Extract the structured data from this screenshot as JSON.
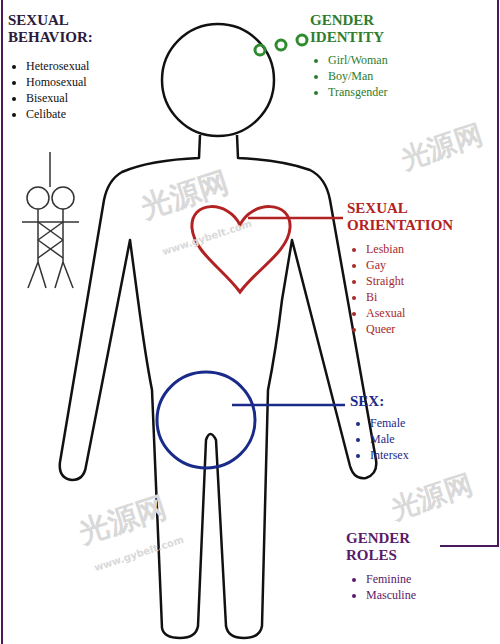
{
  "diagram": {
    "labels": [
      "SEXUAL BEHAVIOR:",
      "Heterosexual",
      "Homosexual",
      "Bisexual",
      "Celibate",
      "GENDER IDENTITY",
      "Girl/Woman",
      "Boy/Man",
      "Transgender",
      "SEXUAL ORIENTATION",
      "Lesbian",
      "Gay",
      "Straight",
      "Bi",
      "Asexual",
      "Queer",
      "SEX:",
      "Female",
      "Male",
      "Intersex",
      "GENDER ROLES",
      "Feminine",
      "Masculine",
      "光源网",
      "光源网",
      "光源网",
      "光源网",
      "www.gybelt.com",
      "www.gybelt.com"
    ]
  }
}
